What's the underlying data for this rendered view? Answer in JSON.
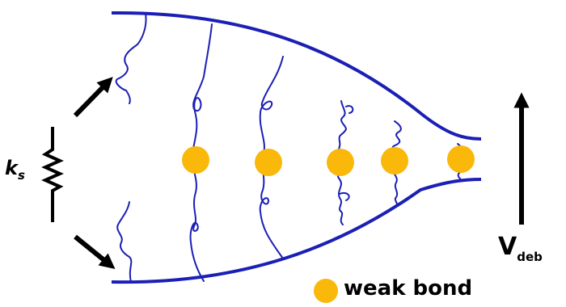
{
  "labels": {
    "spring_stiffness": "k",
    "spring_stiffness_sub": "s",
    "velocity": "V",
    "velocity_sub": "deb",
    "legend": "weak bond"
  },
  "colors": {
    "fiber": "#1b1fb5",
    "bond": "#f9b80a",
    "arrow": "#000000",
    "outline": "#1b1fb5"
  },
  "icons": {
    "legend_marker": "circle-icon",
    "spring": "spring-icon",
    "up_arrow": "arrow-up-icon"
  },
  "weak_bond_count": 5,
  "fiber_count": 6
}
